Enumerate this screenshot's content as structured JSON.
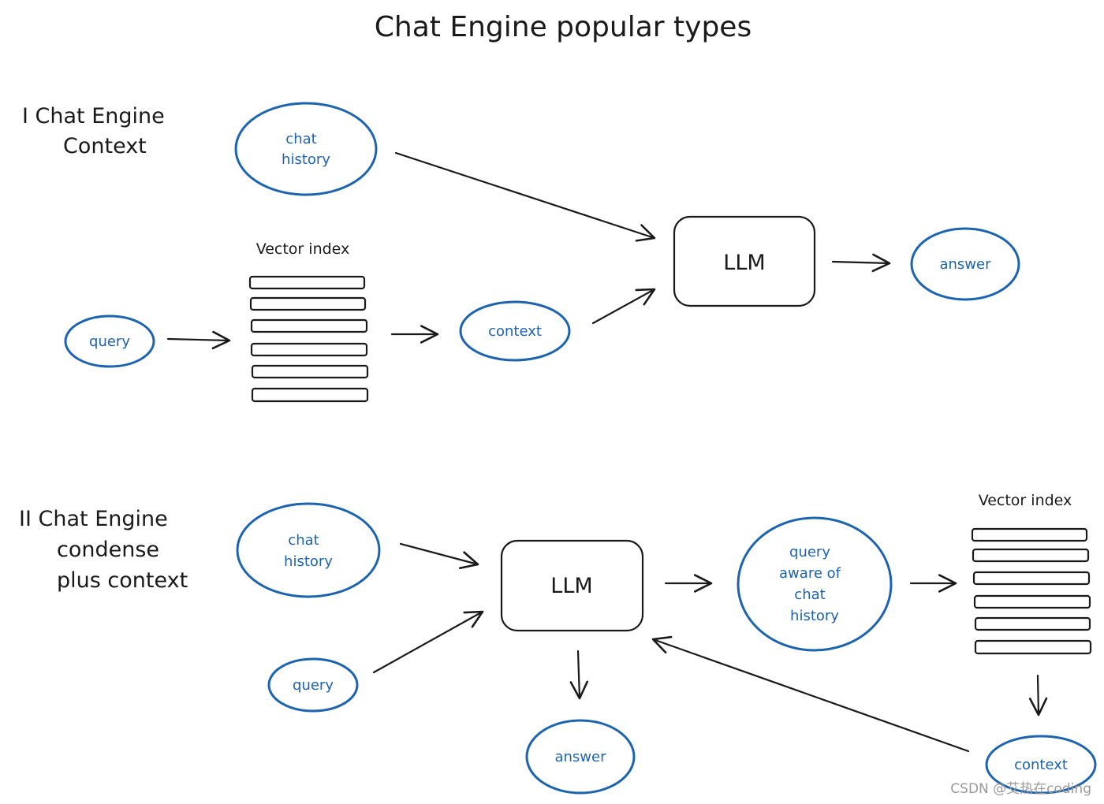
{
  "title": "Chat Engine popular types",
  "section1": {
    "label": [
      "I Chat Engine",
      "Context"
    ],
    "chat_history": [
      "chat",
      "history"
    ],
    "vector_index": "Vector index",
    "query": "query",
    "context": "context",
    "llm": "LLM",
    "answer": "answer"
  },
  "section2": {
    "label": [
      "II Chat Engine",
      "condense",
      "plus context"
    ],
    "chat_history": [
      "chat",
      "history"
    ],
    "query": "query",
    "llm": "LLM",
    "query_aware": [
      "query",
      "aware of",
      "chat",
      "history"
    ],
    "vector_index": "Vector index",
    "answer": "answer",
    "context": "context"
  },
  "watermark": "CSDN @艾热在coding",
  "colors": {
    "ink": "#1a1a1a",
    "accent": "#1c63b0"
  }
}
